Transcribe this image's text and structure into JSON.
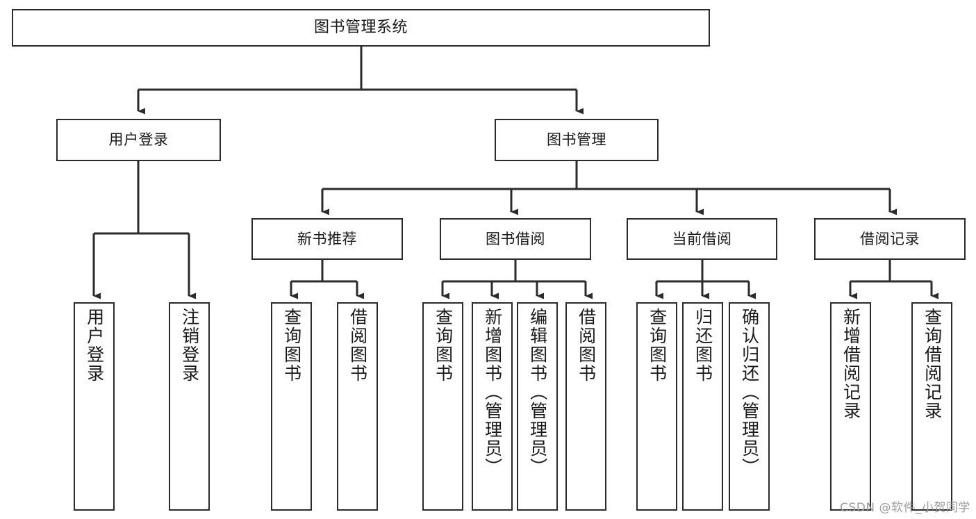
{
  "diagram": {
    "title": "图书管理系统",
    "type": "function-structure-tree",
    "orientation": "top-down",
    "line_color": "#2b2b2b",
    "box_fill": "#ffffff",
    "text_color": "#1a1a1a",
    "levels": 4,
    "root": {
      "label": "图书管理系统"
    },
    "level2": [
      {
        "label": "用户登录"
      },
      {
        "label": "图书管理"
      }
    ],
    "level3": [
      {
        "label": "新书推荐"
      },
      {
        "label": "图书借阅"
      },
      {
        "label": "当前借阅"
      },
      {
        "label": "借阅记录"
      }
    ],
    "leaves": {
      "user_login": [
        {
          "label": "用户登录"
        },
        {
          "label": "注销登录"
        }
      ],
      "new_book_recommend": [
        {
          "label": "查询图书"
        },
        {
          "label": "借阅图书"
        }
      ],
      "book_borrow": [
        {
          "label": "查询图书"
        },
        {
          "label": "新增图书（管理员）"
        },
        {
          "label": "编辑图书（管理员）"
        },
        {
          "label": "借阅图书"
        }
      ],
      "current_borrow": [
        {
          "label": "查询图书"
        },
        {
          "label": "归还图书"
        },
        {
          "label": "确认归还（管理员）"
        }
      ],
      "borrow_record": [
        {
          "label": "新增借阅记录"
        },
        {
          "label": "查询借阅记录"
        }
      ]
    }
  },
  "watermark": {
    "text": "CSDN @软件_小贺同学",
    "color": "#9b9b9b"
  }
}
